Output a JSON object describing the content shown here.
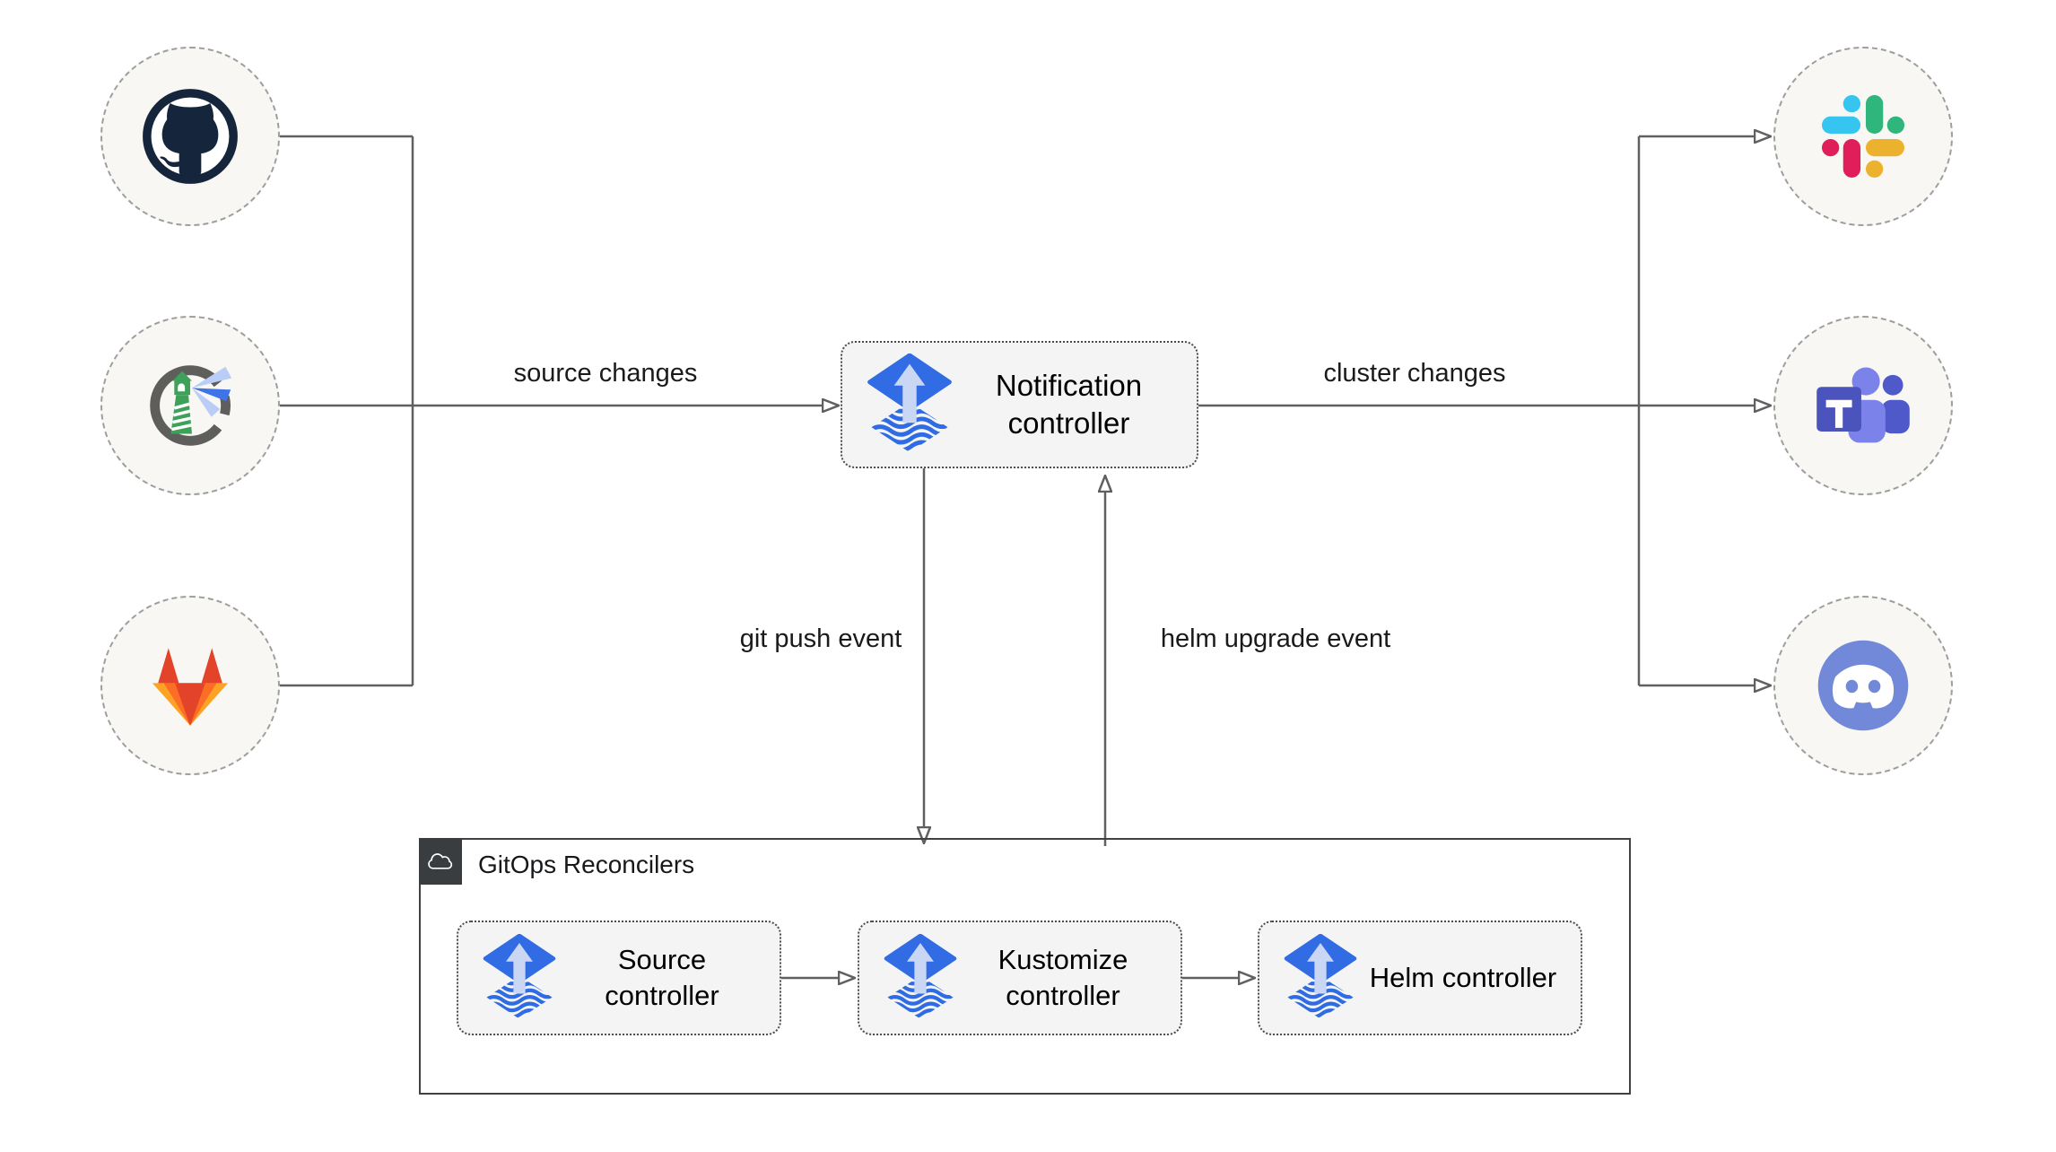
{
  "title": "Flux notification architecture diagram",
  "edges": {
    "source_changes": "source changes",
    "cluster_changes": "cluster changes",
    "git_push_event": "git push event",
    "helm_upgrade_event": "helm upgrade event"
  },
  "nodes": {
    "notification": "Notification controller",
    "source": "Source controller",
    "kustomize": "Kustomize controller",
    "helm": "Helm controller"
  },
  "group": {
    "label": "GitOps Reconcilers",
    "icon": "cloud-icon"
  },
  "icons": {
    "sources_left": [
      "github-icon",
      "harbor-icon",
      "gitlab-icon"
    ],
    "targets_right": [
      "slack-icon",
      "microsoft-teams-icon",
      "discord-icon"
    ],
    "controller_icon": "flux-icon"
  },
  "colors": {
    "flux_blue": "#316ce4",
    "flux_arrow_light": "#c9d7f4",
    "line_gray": "#606060",
    "circle_bg": "#f8f7f3",
    "box_bg": "#f4f4f4",
    "group_tab": "#3a3d40",
    "github_navy": "#15253b",
    "gitlab_red": "#e24329",
    "gitlab_orange": "#fc6d26",
    "gitlab_yellow": "#fca326",
    "slack_blue": "#36c5f0",
    "slack_green": "#2eb67d",
    "slack_red": "#e01e5a",
    "slack_yellow": "#ecb22e",
    "teams_indigo": "#4b53bc",
    "teams_light": "#7b83eb",
    "teams_mid": "#5059c9",
    "discord_blurple": "#7289da",
    "harbor_gray": "#5e5f5c",
    "harbor_green": "#3da159"
  }
}
